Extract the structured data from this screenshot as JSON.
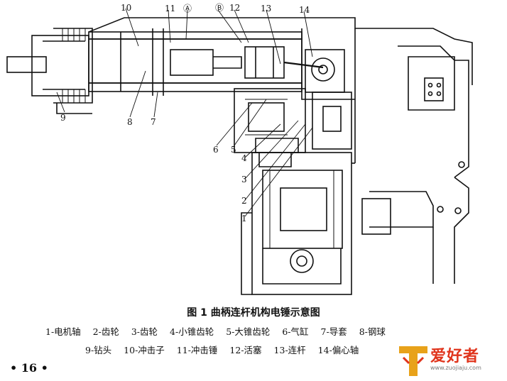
{
  "figure": {
    "callouts": [
      {
        "id": "10",
        "text": "10"
      },
      {
        "id": "11",
        "text": "11"
      },
      {
        "id": "A",
        "text": "Ⓐ"
      },
      {
        "id": "B",
        "text": "Ⓑ"
      },
      {
        "id": "12",
        "text": "12"
      },
      {
        "id": "13",
        "text": "13"
      },
      {
        "id": "14",
        "text": "14"
      },
      {
        "id": "9",
        "text": "9"
      },
      {
        "id": "8",
        "text": "8"
      },
      {
        "id": "7",
        "text": "7"
      },
      {
        "id": "6",
        "text": "6"
      },
      {
        "id": "5",
        "text": "5"
      },
      {
        "id": "4",
        "text": "4"
      },
      {
        "id": "3",
        "text": "3"
      },
      {
        "id": "2",
        "text": "2"
      },
      {
        "id": "1",
        "text": "1"
      }
    ],
    "caption": "图 1   曲柄连杆机构电锤示意图",
    "legend_row1": [
      "1-电机轴",
      "2-齿轮",
      "3-齿轮",
      "4-小锥齿轮",
      "5-大锥齿轮",
      "6-气缸",
      "7-导套",
      "8-钢球"
    ],
    "legend_row2": [
      "9-钻头",
      "10-冲击子",
      "11-冲击锤",
      "12-活塞",
      "13-连杆",
      "14-偏心轴"
    ]
  },
  "page_number": "• 16 •",
  "watermark": {
    "text": "爱好者",
    "url": "www.zuojiaju.com"
  },
  "colors": {
    "ink": "#111111",
    "watermark_red": "#e0341c",
    "watermark_gold": "#e8a21a"
  }
}
